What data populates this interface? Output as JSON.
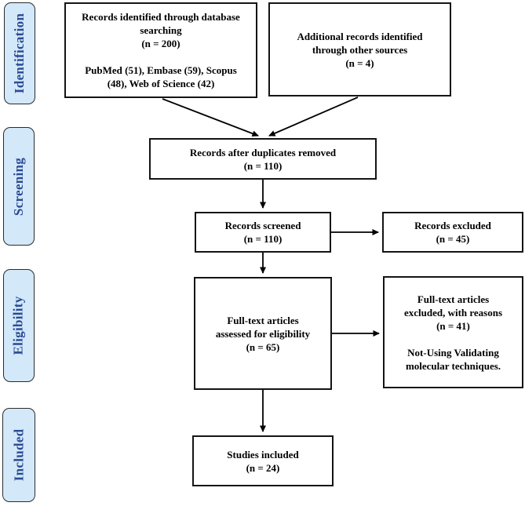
{
  "stages": [
    {
      "label": "Identification"
    },
    {
      "label": "Screening"
    },
    {
      "label": "Eligibility"
    },
    {
      "label": "Included"
    }
  ],
  "boxes": {
    "database": {
      "lines": [
        "Records identified through database",
        "searching",
        "(n = 200)",
        "",
        "PubMed (51), Embase (59), Scopus",
        "(48), Web of Science (42)"
      ]
    },
    "other_sources": {
      "lines": [
        "Additional records identified",
        "through other sources",
        "(n = 4)"
      ]
    },
    "duplicates_removed": {
      "lines": [
        "Records after duplicates removed",
        "(n = 110)"
      ]
    },
    "screened": {
      "lines": [
        "Records screened",
        "(n = 110)"
      ]
    },
    "excluded": {
      "lines": [
        "Records excluded",
        "(n = 45)"
      ]
    },
    "fulltext_assessed": {
      "lines": [
        "Full-text articles",
        "assessed for eligibility",
        "(n = 65)"
      ]
    },
    "fulltext_excluded": {
      "lines": [
        "Full-text articles",
        "excluded, with reasons",
        "(n = 41)",
        "",
        "Not-Using Validating",
        "molecular techniques."
      ]
    },
    "included_studies": {
      "lines": [
        "Studies included",
        "(n = 24)"
      ]
    }
  },
  "colors": {
    "stage_fill": "#d3e8f8",
    "stage_text": "#2a4a94",
    "box_border": "#141414",
    "arrow": "#000000"
  }
}
